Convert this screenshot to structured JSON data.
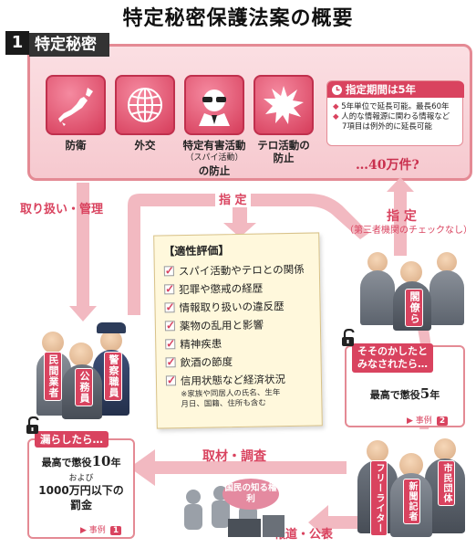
{
  "title": "特定秘密保護法案の概要",
  "section": {
    "number": "1",
    "title": "特定秘密"
  },
  "categories": [
    {
      "label": "防衛",
      "icon": "japan-map-icon"
    },
    {
      "label": "外交",
      "icon": "globe-icon"
    },
    {
      "label": "特定有害活動",
      "sublabel": "（スパイ活動）",
      "label2": "の防止",
      "icon": "spy-icon"
    },
    {
      "label": "テロ活動の",
      "label2": "防止",
      "icon": "explosion-icon"
    }
  ],
  "period": {
    "title": "指定期間は5年",
    "line1": "5年単位で延長可能。最長60年",
    "line2": "人的な情報源に関わる情報など",
    "line3": "7項目は例外的に延長可能"
  },
  "count_note": "…40万件?",
  "arrows": {
    "handling": "取り扱い・管理",
    "designation_center": "指 定",
    "designation_right": "指 定",
    "designation_right_note": "（第三者機関のチェックなし）",
    "coverage": "取材・調査",
    "reporting": "報道・公表"
  },
  "checklist": {
    "title": "【適性評価】",
    "items": [
      "スパイ活動やテロとの関係",
      "犯罪や懲戒の経歴",
      "情報取り扱いの違反歴",
      "薬物の乱用と影響",
      "精神疾患",
      "飲酒の節度",
      "信用状態など経済状況"
    ],
    "note_line1": "※家族や同居人の氏名、生年",
    "note_line2": "月日、国籍、住所も含む"
  },
  "groups": {
    "holders": [
      "民間業者",
      "公務員",
      "警察職員"
    ],
    "officials": "閣僚ら",
    "public": [
      "フリーライター",
      "新聞記者",
      "市民団体"
    ],
    "right_to_know": "国民の知る権利"
  },
  "leak_box": {
    "head": "漏らしたら…",
    "line1": "最高で懲役",
    "years": "10",
    "year_unit": "年",
    "and": "および",
    "fine": "1000万円以下の",
    "fine2": "罰金",
    "example": "事例",
    "example_no": "1"
  },
  "instigate_box": {
    "head1": "そそのかしたと",
    "head2": "みなされたら…",
    "line1": "最高で懲役",
    "years": "5",
    "year_unit": "年",
    "example": "事例",
    "example_no": "2"
  },
  "colors": {
    "accent": "#d9435f",
    "pink_bg": "#f8d3d8",
    "arrow": "#f2b9c1",
    "border": "#e48a94"
  }
}
